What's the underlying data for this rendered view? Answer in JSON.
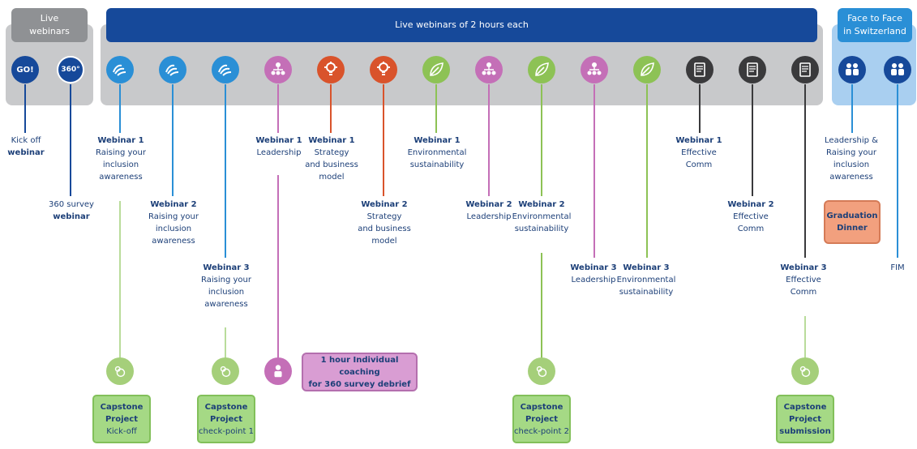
{
  "headers": {
    "live": [
      "Live",
      "webinars"
    ],
    "series": "Live webinars of 2 hours each",
    "f2f": [
      "Face to Face",
      "in Switzerland"
    ]
  },
  "colors": {
    "navy": "#16499a",
    "blue": "#2a8fd6",
    "purple": "#c46fb7",
    "orange": "#d9532b",
    "green": "#8dc255",
    "dark": "#3a3a3c",
    "grey_panel": "#c8c9cb",
    "light_blue_panel": "#a9cff0"
  },
  "icons": [
    {
      "name": "go-icon",
      "text": "GO!"
    },
    {
      "name": "360-icon",
      "text": "360°"
    },
    {
      "name": "inclusion-icon"
    },
    {
      "name": "inclusion-icon"
    },
    {
      "name": "inclusion-icon"
    },
    {
      "name": "leadership-icon"
    },
    {
      "name": "strategy-icon"
    },
    {
      "name": "strategy-icon"
    },
    {
      "name": "sustainability-icon"
    },
    {
      "name": "leadership-icon"
    },
    {
      "name": "sustainability-icon"
    },
    {
      "name": "leadership-icon"
    },
    {
      "name": "sustainability-icon"
    },
    {
      "name": "communication-icon"
    },
    {
      "name": "communication-icon"
    },
    {
      "name": "communication-icon"
    },
    {
      "name": "people-icon"
    },
    {
      "name": "people-icon"
    }
  ],
  "labels": {
    "kickoff": [
      "Kick off",
      "webinar"
    ],
    "survey": [
      "360 survey",
      "webinar"
    ],
    "inc1": [
      "Webinar 1",
      "Raising your",
      "inclusion",
      "awareness"
    ],
    "inc2": [
      "Webinar 2",
      "Raising your",
      "inclusion",
      "awareness"
    ],
    "inc3": [
      "Webinar 3",
      "Raising your",
      "inclusion",
      "awareness"
    ],
    "lead1": [
      "Webinar 1",
      "Leadership"
    ],
    "strat1": [
      "Webinar 1",
      "Strategy",
      "and business",
      "model"
    ],
    "strat2": [
      "Webinar 2",
      "Strategy",
      "and business",
      "model"
    ],
    "env1": [
      "Webinar 1",
      "Environmental",
      "sustainability"
    ],
    "lead2": [
      "Webinar 2",
      "Leadership"
    ],
    "env2": [
      "Webinar 2",
      "Environmental",
      "sustainability"
    ],
    "lead3": [
      "Webinar 3",
      "Leadership"
    ],
    "env3": [
      "Webinar 3",
      "Environmental",
      "sustainability"
    ],
    "comm1": [
      "Webinar 1",
      "Effective",
      "Comm"
    ],
    "comm2": [
      "Webinar 2",
      "Effective",
      "Comm"
    ],
    "comm3": [
      "Webinar 3",
      "Effective",
      "Comm"
    ],
    "f2f1": [
      "Leadership &",
      "Raising your",
      "inclusion",
      "awareness"
    ],
    "fim": "FIM"
  },
  "graduation": [
    "Graduation",
    "Dinner"
  ],
  "coaching": [
    "1 hour Individual coaching",
    "for 360 survey debrief"
  ],
  "capstones": [
    {
      "title": "Capstone",
      "sub": "Project",
      "note": "Kick-off"
    },
    {
      "title": "Capstone",
      "sub": "Project",
      "note": "check-point 1"
    },
    {
      "title": "Capstone",
      "sub": "Project",
      "note": "check-point 2"
    },
    {
      "title": "Capstone",
      "sub": "Project",
      "note": "submission"
    }
  ]
}
